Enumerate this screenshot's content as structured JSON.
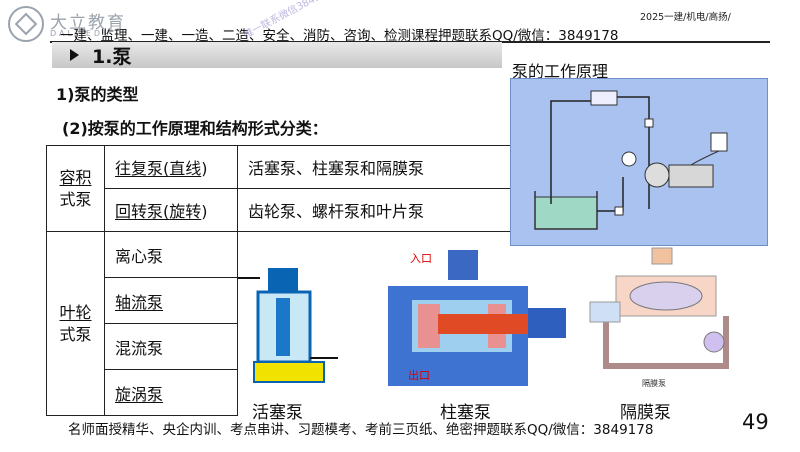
{
  "header": {
    "brand": "大立教育",
    "brand_sub": "DALI EDU",
    "banner": "一建、监理、一建、一造、二造、安全、消防、咨询、检测课程押题联系QQ/微信：3849178",
    "top_right": "2025一建/机电/高扬/"
  },
  "section": {
    "title": "1.泵",
    "h1": "1)泵的类型",
    "h2": "(2)按泵的工作原理和结构形式分类："
  },
  "table": {
    "group1": {
      "label": [
        "容积",
        "式泵"
      ]
    },
    "row1": {
      "sub_pre": "往复泵(",
      "sub_u": "直线",
      "sub_post": ")",
      "desc": "活塞泵、柱塞泵和隔膜泵"
    },
    "row2": {
      "sub_pre": "回转泵(",
      "sub_u": "旋转",
      "sub_post": ")",
      "desc": "齿轮泵、螺杆泵和叶片泵"
    },
    "group2": {
      "label": [
        "叶轮",
        "式泵"
      ]
    },
    "impeller": [
      "离心泵",
      "轴流泵",
      "混流泵",
      "旋涡泵"
    ]
  },
  "diagram": {
    "title": "泵的工作原理"
  },
  "figures": {
    "inlet_label": "入口",
    "outlet_label": "出口",
    "diaphragm_caption": "隔膜泵",
    "captions": [
      "活塞泵",
      "柱塞泵",
      "隔膜泵"
    ]
  },
  "watermark": "唯一联系微信3849178",
  "footer": "名师面授精华、央企内训、考点串讲、习题模考、考前三页纸、绝密押题联系QQ/微信：3849178",
  "page_number": "49"
}
